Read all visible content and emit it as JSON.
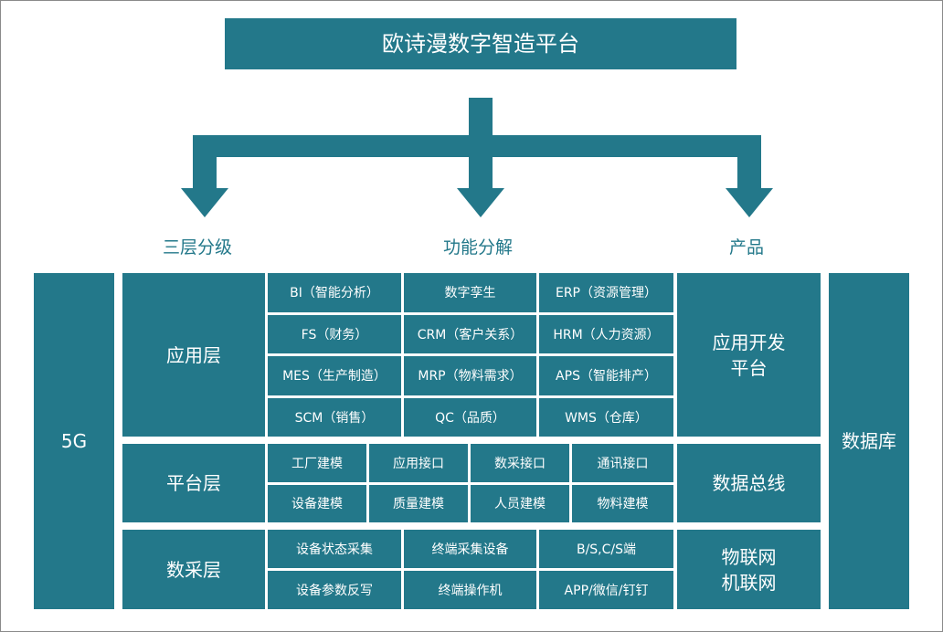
{
  "title": "欧诗漫数字智造平台",
  "branches": [
    "三层分级",
    "功能分解",
    "产品"
  ],
  "left_column": "5G",
  "right_column": "数据库",
  "layers": [
    {
      "name": "应用层",
      "cols": 3,
      "items": [
        "BI（智能分析）",
        "数字孪生",
        "ERP（资源管理）",
        "FS（财务）",
        "CRM（客户关系）",
        "HRM（人力资源）",
        "MES（生产制造）",
        "MRP（物料需求）",
        "APS（智能排产）",
        "SCM（销售）",
        "QC（品质）",
        "WMS（仓库）"
      ],
      "product": "应用开发\n平台"
    },
    {
      "name": "平台层",
      "cols": 4,
      "items": [
        "工厂建模",
        "应用接口",
        "数采接口",
        "通讯接口",
        "设备建模",
        "质量建模",
        "人员建模",
        "物料建模"
      ],
      "product": "数据总线"
    },
    {
      "name": "数采层",
      "cols": 3,
      "items": [
        "设备状态采集",
        "终端采集设备",
        "B/S,C/S端",
        "设备参数反写",
        "终端操作机",
        "APP/微信/钉钉"
      ],
      "product": "物联网\n机联网"
    }
  ],
  "colors": {
    "primary": "#23788a"
  }
}
